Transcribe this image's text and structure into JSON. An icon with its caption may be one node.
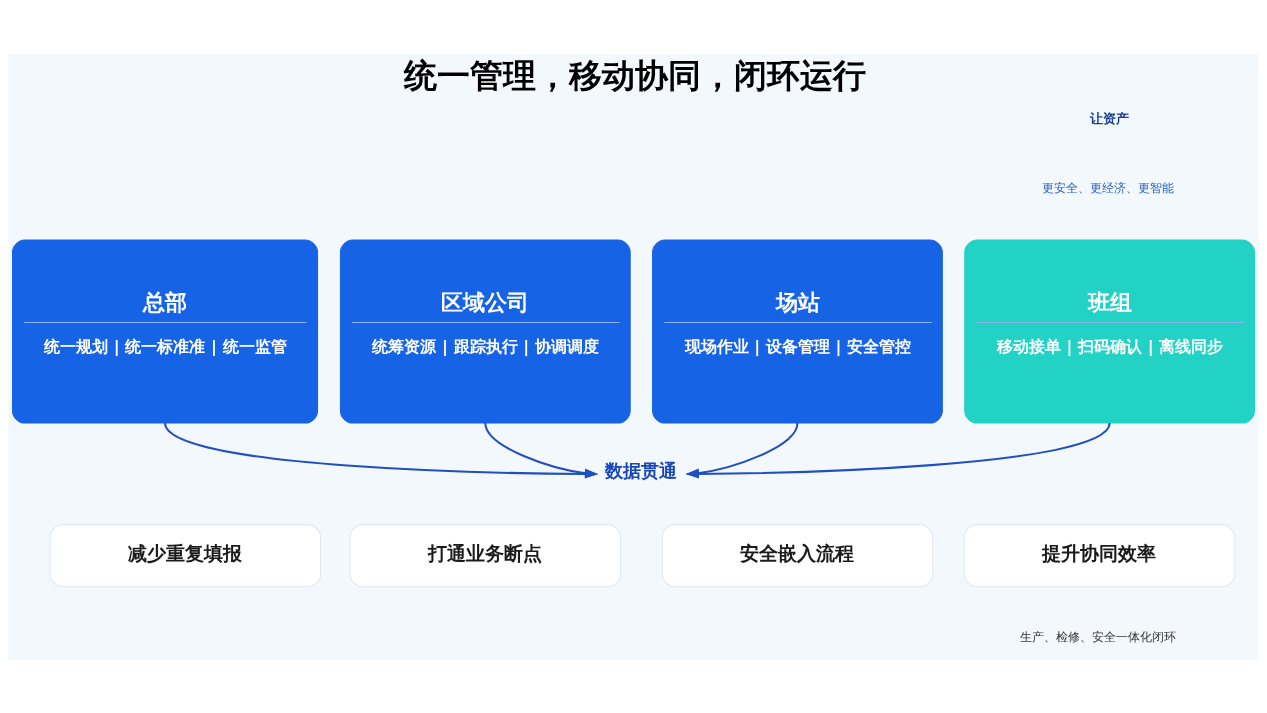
{
  "diagram": {
    "title": "统一管理，移动协同，闭环运行",
    "nodes": [
      {
        "text": [
          "总部",
          "统一规划 | 统一标准准 | 统一监管"
        ]
      },
      {
        "text": [
          "区域公司",
          "统筹资源 | 跟踪执行 | 协调调度"
        ]
      },
      {
        "text": [
          "场站",
          "现场作业 | 设备管理 | 安全管控"
        ]
      },
      {
        "text": [
          "班组",
          "移动接单 | 扫码确认 | 离线同步"
        ]
      },
      {
        "text": [
          "数据贯通"
        ]
      },
      {
        "text": [
          "减少重复填报"
        ]
      },
      {
        "text": [
          "打通业务断点"
        ]
      },
      {
        "text": [
          "安全嵌入流程"
        ]
      },
      {
        "text": [
          "提升协同效率"
        ]
      }
    ],
    "edges": [
      {
        "from": 0,
        "to": 4,
        "arrow": "to"
      },
      {
        "from": 1,
        "to": 4,
        "arrow": "to"
      },
      {
        "from": 2,
        "to": 4,
        "arrow": "to"
      },
      {
        "from": 3,
        "to": 4,
        "arrow": "to"
      }
    ],
    "labels": [
      "让资产",
      "更安全、更经济、更智能",
      "生产、检修、安全一体化闭环"
    ]
  }
}
